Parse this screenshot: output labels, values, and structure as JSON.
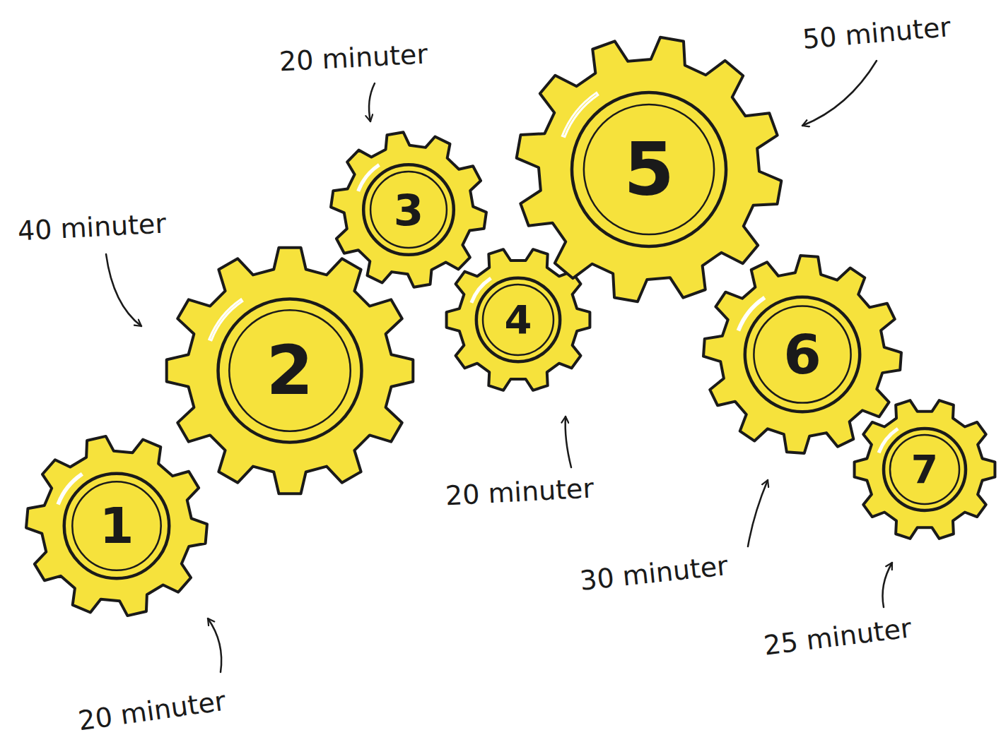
{
  "diagram": {
    "nodes": [
      {
        "text": [
          "1"
        ]
      },
      {
        "text": [
          "2"
        ]
      },
      {
        "text": [
          "3"
        ]
      },
      {
        "text": [
          "4"
        ]
      },
      {
        "text": [
          "5"
        ]
      },
      {
        "text": [
          "6"
        ]
      },
      {
        "text": [
          "7"
        ]
      }
    ],
    "labels": [
      "20 minuter",
      "50 minuter",
      "40 minuter",
      "20 minuter",
      "30 minuter",
      "25 minuter",
      "20 minuter"
    ]
  }
}
